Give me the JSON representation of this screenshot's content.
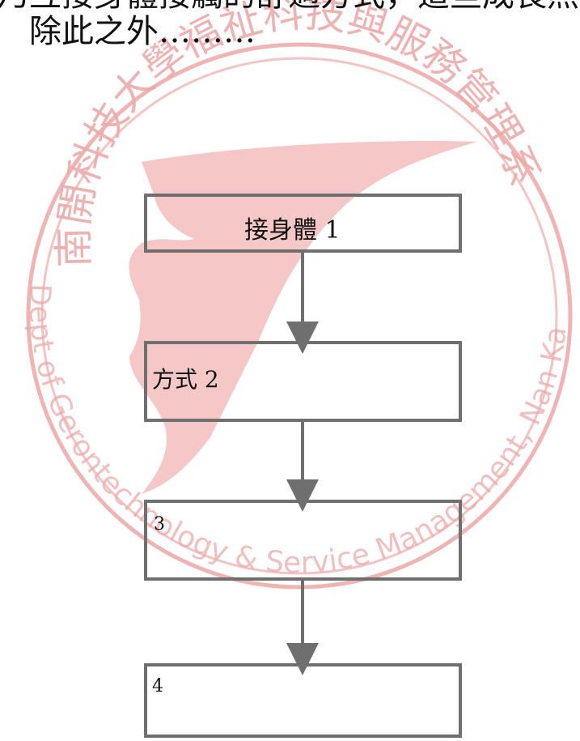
{
  "header": {
    "cut_line": "乃互接身體接觸的舒適方式，這些成長照護",
    "intro_line": "除此之外………"
  },
  "watermark": {
    "top_text": "南開科技大學福祉科技與服務管理系",
    "bottom_text": "Dept of Gerontechnology & Service Management, Nan Kai Univ of Tech.",
    "color": "#e8a4a4",
    "logo_color": "#f3b9b9"
  },
  "flowchart": {
    "steps": [
      {
        "label": "接身體 1"
      },
      {
        "label": "方式 2"
      },
      {
        "label": "3"
      },
      {
        "label": "4"
      }
    ],
    "box_stroke": "#6f6f6f",
    "arrow_color": "#6f6f6f"
  }
}
